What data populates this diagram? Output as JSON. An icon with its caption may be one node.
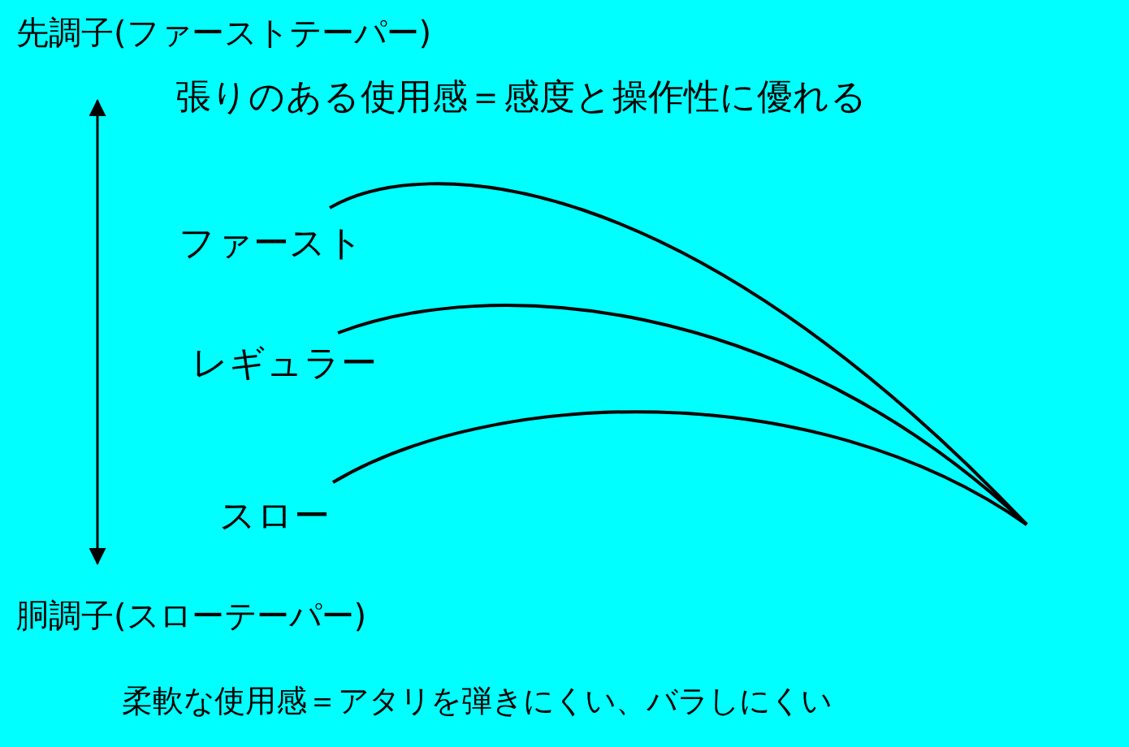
{
  "diagram": {
    "labels": [
      "先調子(ファーストテーパー)",
      "張りのある使用感＝感度と操作性に優れる",
      "ファースト",
      "レギュラー",
      "スロー",
      "胴調子(スローテーパー)",
      "柔軟な使用感＝アタリを弾きにくい、バラしにくい"
    ]
  }
}
